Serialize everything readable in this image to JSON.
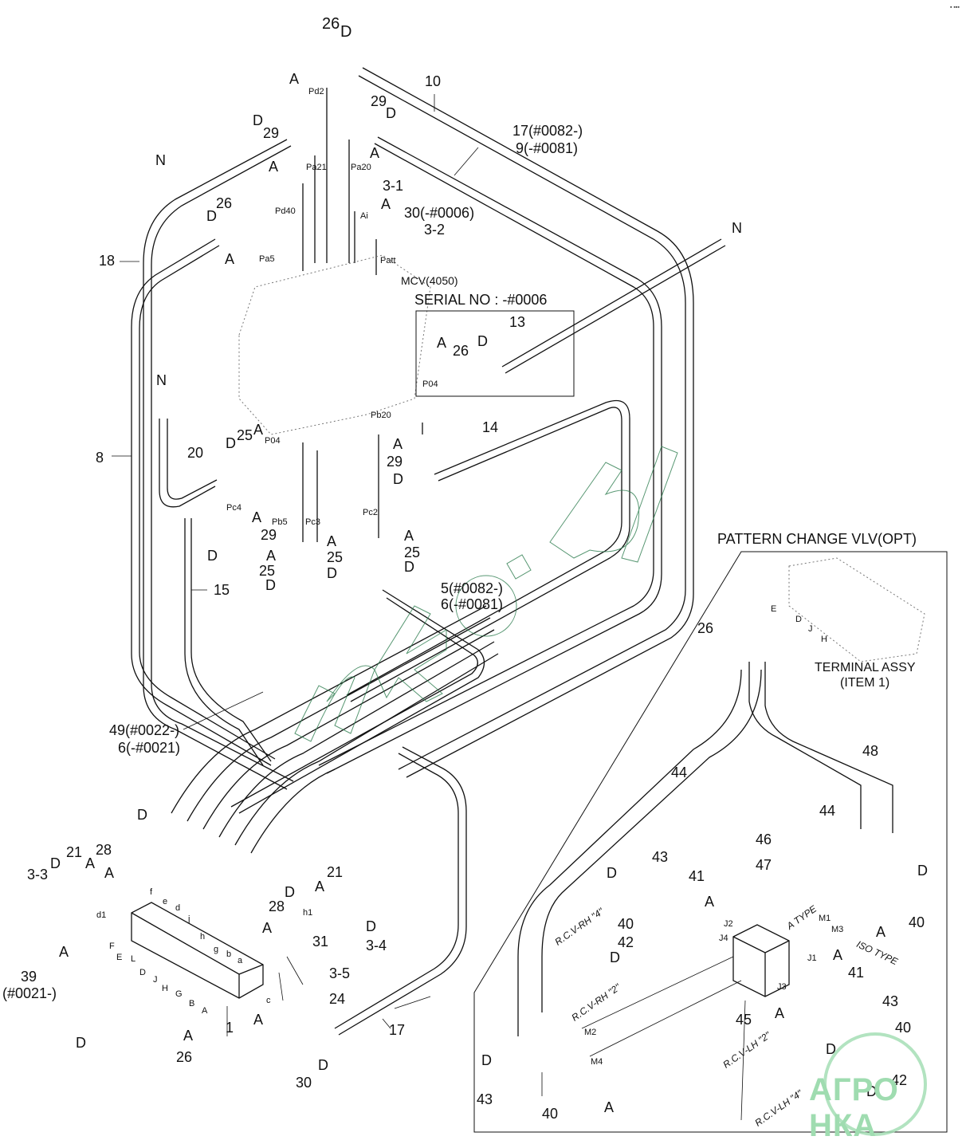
{
  "document": {
    "title_opt_section": "PATTERN CHANGE VLV(OPT)",
    "serial_box_title": "SERIAL NO : -#0006",
    "mcv_label": "MCV(4050)",
    "terminal_assy": [
      "TERMINAL ASSY",
      "(ITEM 1)"
    ],
    "corner_mark": "▪ ▪▪▪"
  },
  "callouts": {
    "top": [
      {
        "id": "t26",
        "text": "26"
      },
      {
        "id": "tD1",
        "text": "D"
      },
      {
        "id": "tA1",
        "text": "A"
      },
      {
        "id": "t10",
        "text": "10"
      },
      {
        "id": "t29a",
        "text": "29"
      },
      {
        "id": "tD2",
        "text": "D"
      },
      {
        "id": "tD3",
        "text": "D"
      },
      {
        "id": "t29b",
        "text": "29"
      },
      {
        "id": "tA2",
        "text": "A"
      },
      {
        "id": "tN1",
        "text": "N"
      },
      {
        "id": "tA3",
        "text": "A"
      },
      {
        "id": "t17",
        "text": "17(#0082-)"
      },
      {
        "id": "t9",
        "text": "9(-#0081)"
      },
      {
        "id": "t31",
        "text": "3-1"
      },
      {
        "id": "tA4",
        "text": "A"
      },
      {
        "id": "t30",
        "text": "30(-#0006)"
      },
      {
        "id": "t32",
        "text": "3-2"
      },
      {
        "id": "t26b",
        "text": "26"
      },
      {
        "id": "tD4",
        "text": "D"
      },
      {
        "id": "t18",
        "text": "18"
      },
      {
        "id": "tA5",
        "text": "A"
      },
      {
        "id": "tN2",
        "text": "N"
      }
    ],
    "ports_small": [
      "Pd2",
      "Pa21",
      "Pa20",
      "Pd40",
      "Ai",
      "Pa5",
      "Patt",
      "P04",
      "Pb20",
      "P04",
      "Pc4",
      "Pb5",
      "Pc3",
      "Pc2"
    ],
    "serial_box": [
      {
        "text": "13"
      },
      {
        "text": "A"
      },
      {
        "text": "26"
      },
      {
        "text": "D"
      }
    ],
    "middle": [
      {
        "text": "N"
      },
      {
        "text": "8"
      },
      {
        "text": "20"
      },
      {
        "text": "25"
      },
      {
        "text": "A"
      },
      {
        "text": "D"
      },
      {
        "text": "14"
      },
      {
        "text": "A"
      },
      {
        "text": "29"
      },
      {
        "text": "D"
      },
      {
        "text": "A"
      },
      {
        "text": "29"
      },
      {
        "text": "D"
      },
      {
        "text": "15"
      },
      {
        "text": "A"
      },
      {
        "text": "25"
      },
      {
        "text": "D"
      },
      {
        "text": "A"
      },
      {
        "text": "25"
      },
      {
        "text": "D"
      },
      {
        "text": "A"
      },
      {
        "text": "25"
      },
      {
        "text": "D"
      },
      {
        "text": "5(#0082-)"
      },
      {
        "text": "6(-#0081)"
      },
      {
        "text": "49(#0022-)"
      },
      {
        "text": "6(-#0021)"
      }
    ],
    "terminal": [
      {
        "text": "D"
      },
      {
        "text": "28"
      },
      {
        "text": "A"
      },
      {
        "text": "D"
      },
      {
        "text": "28"
      },
      {
        "text": "A"
      },
      {
        "text": "3-3"
      },
      {
        "text": "D"
      },
      {
        "text": "21"
      },
      {
        "text": "A"
      },
      {
        "text": "21"
      },
      {
        "text": "A"
      },
      {
        "text": "D"
      },
      {
        "text": "3-4"
      },
      {
        "text": "31"
      },
      {
        "text": "3-5"
      },
      {
        "text": "24"
      },
      {
        "text": "A"
      },
      {
        "text": "17"
      },
      {
        "text": "30"
      },
      {
        "text": "D"
      },
      {
        "text": "1"
      },
      {
        "text": "A"
      },
      {
        "text": "26"
      },
      {
        "text": "D"
      },
      {
        "text": "39"
      },
      {
        "text": "(#0021-)"
      },
      {
        "text": "A"
      }
    ],
    "terminal_ports": [
      "d1",
      "f",
      "e",
      "d",
      "j",
      "h",
      "g",
      "b",
      "a",
      "h1",
      "F",
      "E",
      "L",
      "D",
      "J",
      "H",
      "G",
      "B",
      "A",
      "c"
    ],
    "pattern_valve": [
      {
        "text": "26"
      },
      {
        "text": "48"
      },
      {
        "text": "44"
      },
      {
        "text": "44"
      },
      {
        "text": "46"
      },
      {
        "text": "47"
      },
      {
        "text": "43"
      },
      {
        "text": "41"
      },
      {
        "text": "D"
      },
      {
        "text": "40"
      },
      {
        "text": "42"
      },
      {
        "text": "D"
      },
      {
        "text": "A"
      },
      {
        "text": "A"
      },
      {
        "text": "40"
      },
      {
        "text": "D"
      },
      {
        "text": "A"
      },
      {
        "text": "41"
      },
      {
        "text": "43"
      },
      {
        "text": "40"
      },
      {
        "text": "45"
      },
      {
        "text": "A"
      },
      {
        "text": "D"
      },
      {
        "text": "42"
      },
      {
        "text": "D"
      },
      {
        "text": "D"
      },
      {
        "text": "43"
      },
      {
        "text": "40"
      },
      {
        "text": "A"
      }
    ],
    "pattern_ports": [
      "E",
      "D",
      "J",
      "H",
      "J2",
      "J4",
      "J1",
      "J3",
      "M1",
      "M3",
      "M2",
      "M4"
    ],
    "pattern_types": [
      "A TYPE",
      "ISO TYPE"
    ],
    "rcv_labels": [
      "R.C.V-RH \"4\"",
      "R.C.V-RH \"2\"",
      "R.C.V-LH \"2\"",
      "R.C.V-LH \"4\""
    ]
  },
  "watermarks": {
    "center": "nka.by",
    "corner": "АГРО НКА"
  },
  "colors": {
    "line": "#111111",
    "watermark": "#2e7d4f",
    "logo": "#9fdcb0"
  }
}
